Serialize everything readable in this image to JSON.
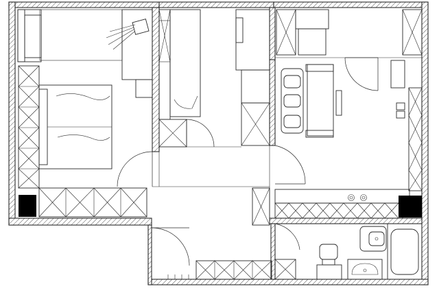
{
  "colors": {
    "line": "#2a2a2a",
    "solid": "#000000",
    "background": "#ffffff"
  },
  "elements": {
    "walls": "hatched-walls",
    "bedroom": "bedroom-room",
    "living": "living-room",
    "kitchen": "kitchen-room",
    "hall": "hallway",
    "bath": "bathroom",
    "columns": "structural-columns"
  }
}
